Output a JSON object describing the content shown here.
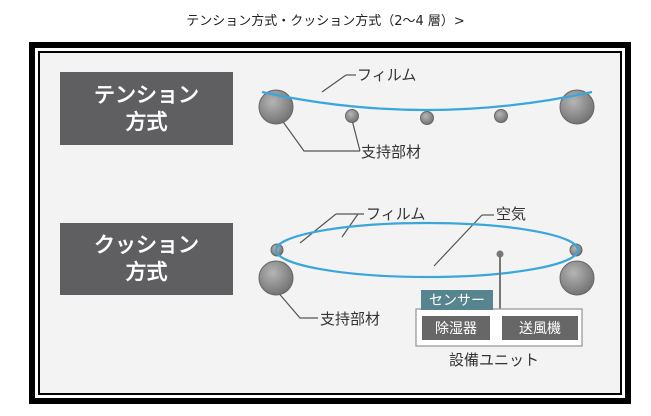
{
  "caption": "テンション方式・クッション方式（2〜4 層）>",
  "tension": {
    "title_line1": "テンション",
    "title_line2": "方式",
    "film_label": "フィルム",
    "support_label": "支持部材"
  },
  "cushion": {
    "title_line1": "クッション",
    "title_line2": "方式",
    "film_label": "フィルム",
    "air_label": "空気",
    "support_label": "支持部材",
    "sensor_label": "センサー",
    "dehumidifier_label": "除湿器",
    "blower_label": "送風機",
    "unit_label": "設備ユニット"
  },
  "colors": {
    "film": "#3aa7dc",
    "roller": "#8c8c8c",
    "label_box": "#5f5e60",
    "sensor_badge": "#56858f"
  }
}
